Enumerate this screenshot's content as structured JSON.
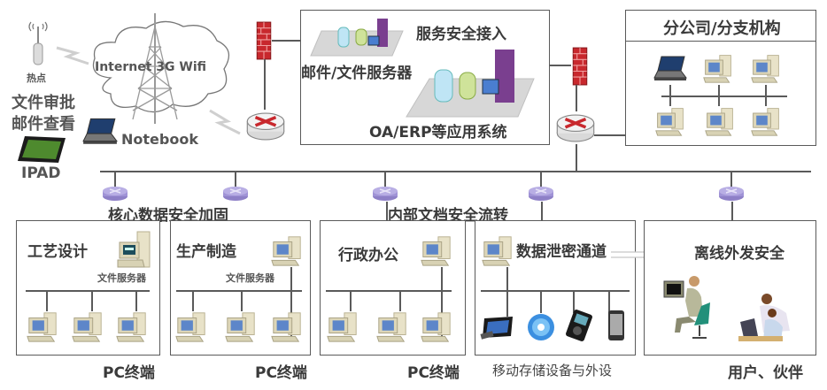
{
  "internet": {
    "hotspot_label": "热点",
    "cloud_label": "Internet 3G Wifi",
    "mobile_use_1": "文件审批",
    "mobile_use_2": "邮件查看",
    "notebook_label": "Notebook",
    "ipad_label": "IPAD"
  },
  "server_zone": {
    "title": "服务安全接入",
    "mail_file_server": "邮件/文件服务器",
    "app_system": "OA/ERP等应用系统"
  },
  "branch": {
    "title": "分公司/分支机构"
  },
  "backbone_labels": {
    "core_data": "核心数据安全加固",
    "internal_docs": "内部文档安全流转"
  },
  "departments": [
    {
      "title": "工艺设计",
      "server_label": "文件服务器",
      "footer": "PC终端"
    },
    {
      "title": "生产制造",
      "server_label": "文件服务器",
      "footer": "PC终端"
    },
    {
      "title": "行政办公",
      "footer": "PC终端"
    },
    {
      "title": "数据泄密通道",
      "footer": "移动存储设备与外设"
    },
    {
      "title": "离线外发安全",
      "footer": "用户、伙伴"
    }
  ],
  "colors": {
    "line": "#5a5a5a",
    "text": "#3a3a3a",
    "firewall": "#c8282d",
    "router_top": "#9b8fd0",
    "server_purple": "#7a3f8f"
  }
}
